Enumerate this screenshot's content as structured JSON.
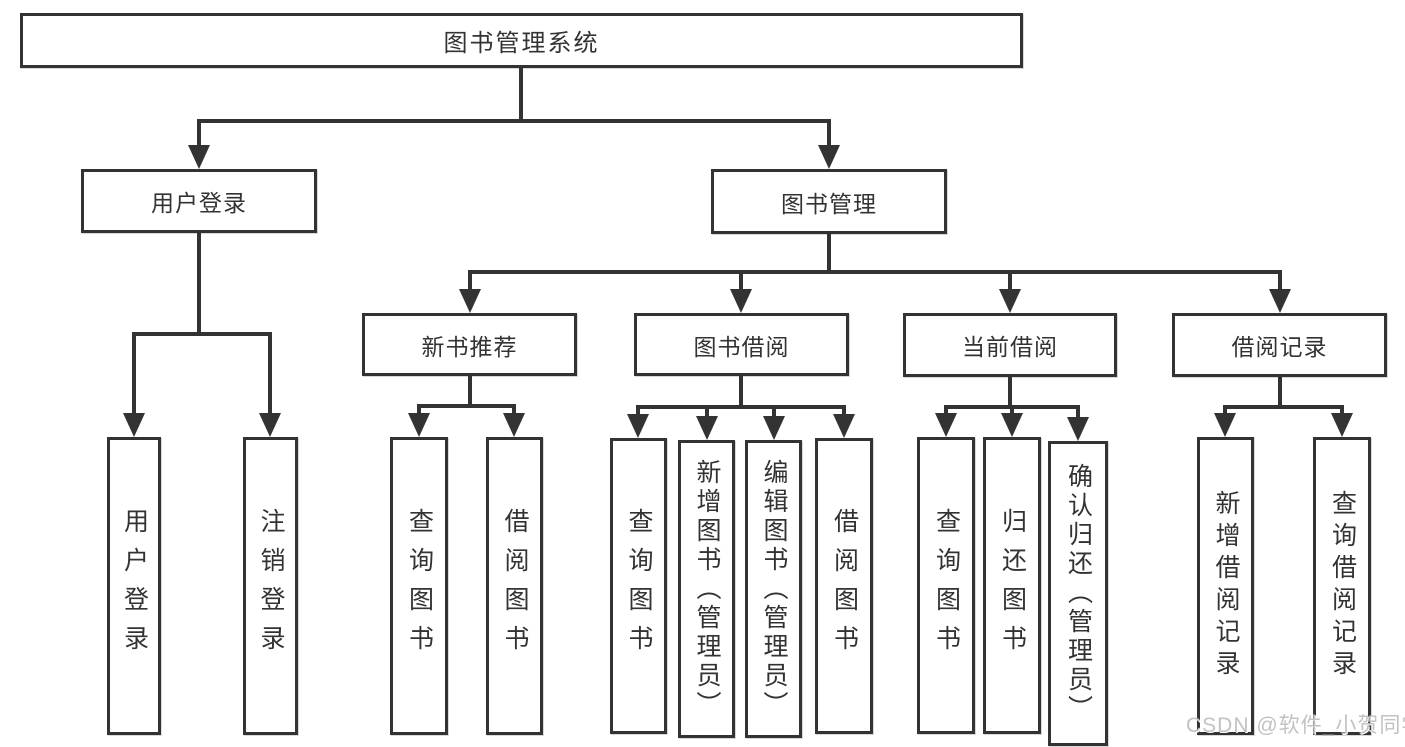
{
  "tree": {
    "root": {
      "label": "图书管理系统"
    },
    "branches": [
      {
        "label": "用户登录",
        "children": [
          {
            "label": "用户登录"
          },
          {
            "label": "注销登录"
          }
        ]
      },
      {
        "label": "图书管理",
        "children": [
          {
            "label": "新书推荐",
            "children": [
              {
                "label": "查询图书"
              },
              {
                "label": "借阅图书"
              }
            ]
          },
          {
            "label": "图书借阅",
            "children": [
              {
                "label": "查询图书"
              },
              {
                "label": "新增图书（管理员）"
              },
              {
                "label": "编辑图书（管理员）"
              },
              {
                "label": "借阅图书"
              }
            ]
          },
          {
            "label": "当前借阅",
            "children": [
              {
                "label": "查询图书"
              },
              {
                "label": "归还图书"
              },
              {
                "label": "确认归还（管理员）"
              }
            ]
          },
          {
            "label": "借阅记录",
            "children": [
              {
                "label": "新增借阅记录"
              },
              {
                "label": "查询借阅记录"
              }
            ]
          }
        ]
      }
    ]
  },
  "watermark": "CSDN @软件_小贺同学",
  "colors": {
    "line": "#333333",
    "box_border": "#333333",
    "text": "#333333",
    "background": "#ffffff",
    "watermark": "#c2c2c2"
  }
}
